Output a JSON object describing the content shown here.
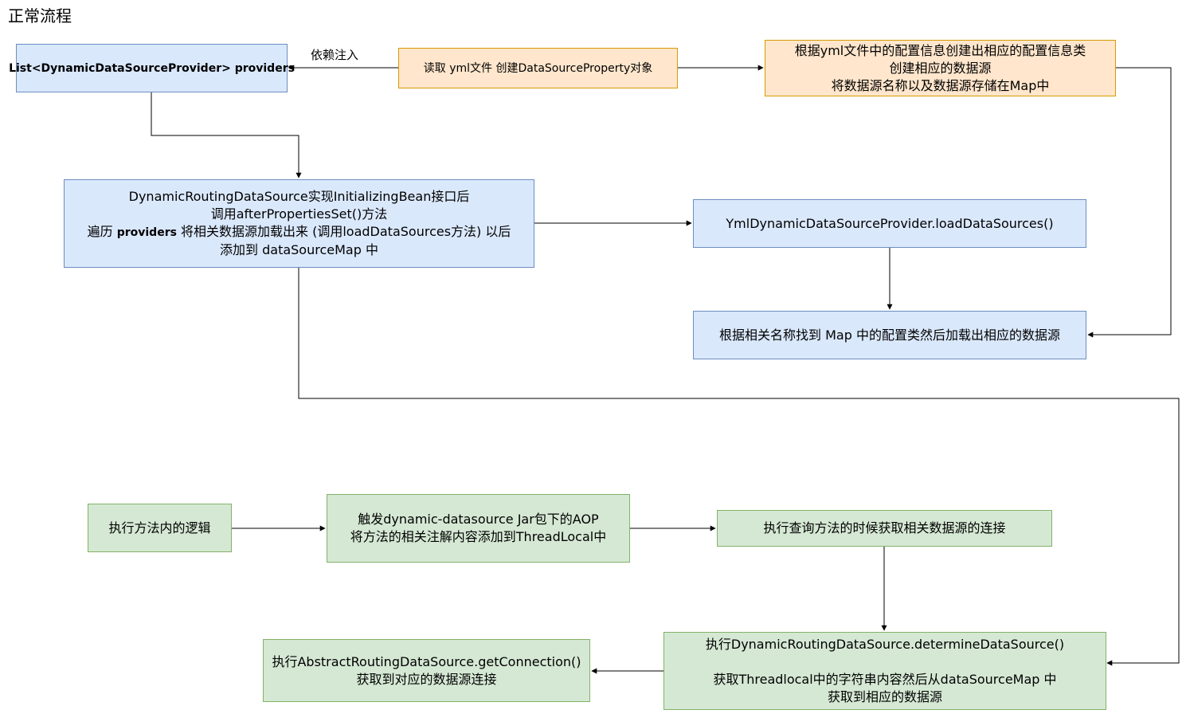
{
  "title": "正常流程",
  "edge_labels": {
    "inject": "依赖注入"
  },
  "nodes": {
    "providers_list": {
      "lines": [
        "List<DynamicDataSourceProvider> providers"
      ]
    },
    "read_yml": {
      "lines": [
        "读取 yml文件 创建DataSourceProperty对象"
      ]
    },
    "create_datasource": {
      "lines": [
        "根据yml文件中的配置信息创建出相应的配置信息类",
        "创建相应的数据源",
        "将数据源名称以及数据源存储在Map中"
      ]
    },
    "routing_init": {
      "line1": "DynamicRoutingDataSource实现InitializingBean接口后",
      "line2": "调用afterPropertiesSet()方法",
      "line3_pre": "遍历 ",
      "line3_bold": "providers",
      "line3_post": " 将相关数据源加载出来 (调用loadDataSources方法) 以后",
      "line4": "添加到 dataSourceMap 中"
    },
    "yml_provider_load": {
      "lines": [
        "YmlDynamicDataSourceProvider.loadDataSources()"
      ]
    },
    "load_from_map": {
      "lines": [
        "根据相关名称找到 Map 中的配置类然后加载出相应的数据源"
      ]
    },
    "exec_method": {
      "lines": [
        "执行方法内的逻辑"
      ]
    },
    "trigger_aop": {
      "lines": [
        "触发dynamic-datasource Jar包下的AOP",
        "将方法的相关注解内容添加到ThreadLocal中"
      ]
    },
    "query_connection": {
      "lines": [
        "执行查询方法的时候获取相关数据源的连接"
      ]
    },
    "determine_datasource": {
      "lines": [
        "执行DynamicRoutingDataSource.determineDataSource()",
        "",
        "获取Threadlocal中的字符串内容然后从dataSourceMap 中",
        "获取到相应的数据源"
      ]
    },
    "get_connection": {
      "lines": [
        "执行AbstractRoutingDataSource.getConnection()",
        "获取到对应的数据源连接"
      ]
    }
  }
}
